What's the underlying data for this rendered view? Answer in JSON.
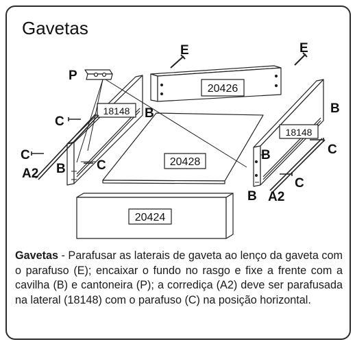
{
  "title": "Gavetas",
  "parts": {
    "back_panel": "20426",
    "left_side": "18148",
    "right_side": "18148",
    "bottom": "20428",
    "front": "20424"
  },
  "labels": {
    "p": "P",
    "e": "E",
    "b": "B",
    "c": "C",
    "a2": "A2"
  },
  "description": {
    "lead": "Gavetas",
    "body": " - Parafusar as laterais de gaveta ao lenço da gaveta com o parafuso (E); encaixar o fundo no rasgo e fixe a frente com a cavilha (B) e cantoneira (P); a corrediça (A2) deve ser parafusada na lateral (18148) com o parafuso (C) na posição horizontal."
  }
}
